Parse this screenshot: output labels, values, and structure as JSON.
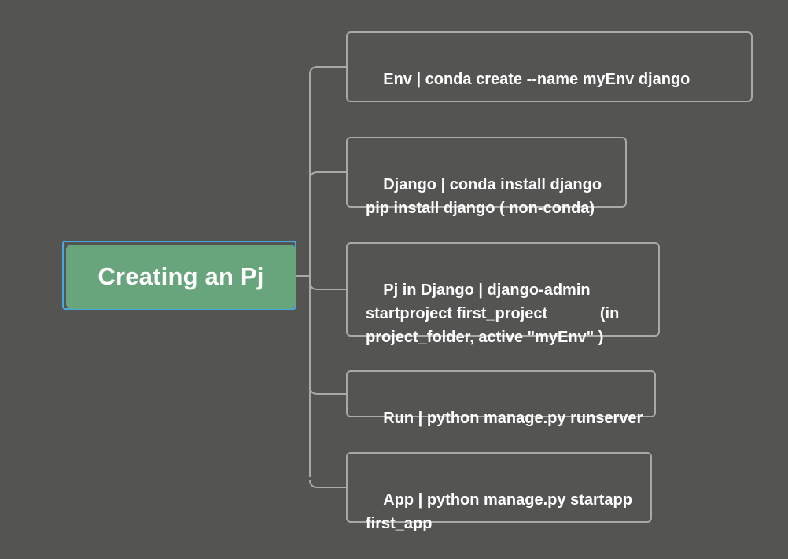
{
  "root": {
    "label": "Creating an Pj"
  },
  "branches": [
    {
      "label": "Env | conda create --name myEnv django"
    },
    {
      "label": "Django | conda install django\npip install django ( non-conda)"
    },
    {
      "label": "Pj in Django | django-admin\nstartproject first_project            (in\nproject_folder, active \"myEnv\" )"
    },
    {
      "label": "Run | python manage.py runserver"
    },
    {
      "label": "App | python manage.py startapp\nfirst_app"
    }
  ],
  "colors": {
    "background": "#545552",
    "root_fill": "#68a57c",
    "selection_outline": "#4aa8e0",
    "node_border": "#a9aaa7",
    "connector": "#a9aaa7",
    "text": "#ffffff"
  }
}
